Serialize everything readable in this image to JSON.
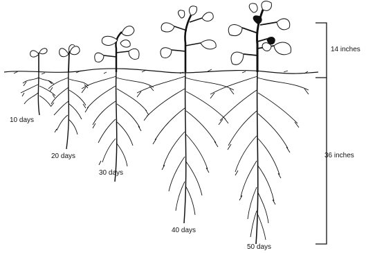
{
  "stages": [
    {
      "label": "10 days"
    },
    {
      "label": "20 days"
    },
    {
      "label": "30 days"
    },
    {
      "label": "40 days"
    },
    {
      "label": "50 days"
    }
  ],
  "brackets": [
    {
      "label": "14 inches"
    },
    {
      "label": "36 inches"
    }
  ],
  "colors": {
    "ink": "#111111",
    "background": "#ffffff"
  }
}
